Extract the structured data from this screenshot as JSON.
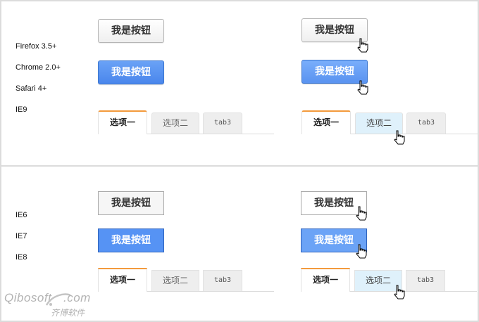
{
  "top_panel": {
    "browsers": [
      "Firefox 3.5+",
      "Chrome 2.0+",
      "Safari 4+",
      "IE9"
    ],
    "normal": {
      "gray_button": "我是按钮",
      "blue_button": "我是按钮",
      "tabs": [
        "选项一",
        "选项二",
        "tab3"
      ]
    },
    "hover": {
      "gray_button": "我是按钮",
      "blue_button": "我是按钮",
      "tabs": [
        "选项一",
        "选项二",
        "tab3"
      ]
    }
  },
  "bottom_panel": {
    "browsers": [
      "IE6",
      "IE7",
      "IE8"
    ],
    "normal": {
      "gray_button": "我是按钮",
      "blue_button": "我是按钮",
      "tabs": [
        "选项一",
        "选项二",
        "tab3"
      ]
    },
    "hover": {
      "gray_button": "我是按钮",
      "blue_button": "我是按钮",
      "tabs": [
        "选项一",
        "选项二",
        "tab3"
      ]
    }
  },
  "watermark": {
    "brand": "Qibosoft",
    "domain": ".com",
    "cn_name": "齐博软件"
  },
  "colors": {
    "blue_button": "#4a86ec",
    "active_tab_accent": "#f39a3c",
    "hover_tab_bg": "#dff1fb",
    "border": "#dcdcdc"
  }
}
